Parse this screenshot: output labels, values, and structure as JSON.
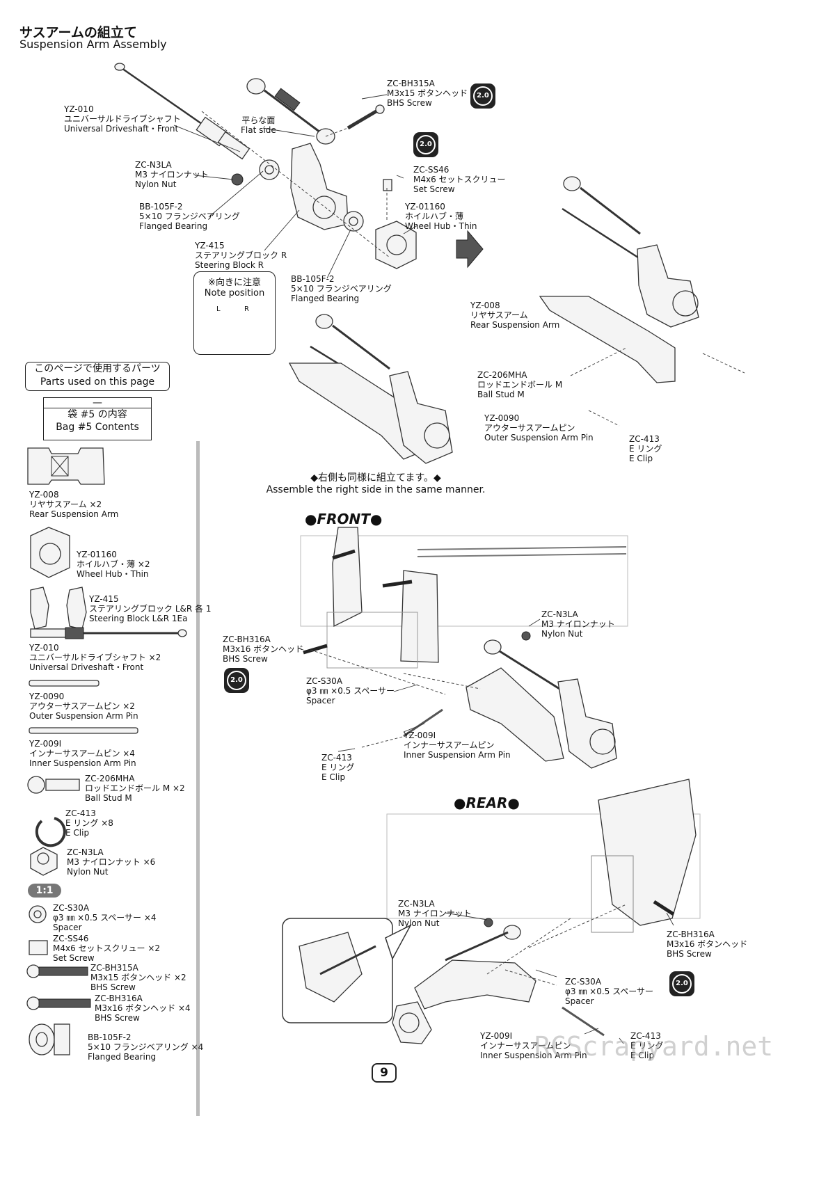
{
  "header": {
    "title_jp": "サスアームの組立て",
    "title_en": "Suspension Arm Assembly"
  },
  "top_callouts": [
    {
      "code": "YZ-010",
      "jp": "ユニバーサルドライブシャフト",
      "en": "Universal Driveshaft・Front"
    },
    {
      "code": "",
      "jp": "平らな面",
      "en": "Flat side"
    },
    {
      "code": "ZC-BH315A",
      "jp": "M3x15 ボタンヘッド",
      "en": "BHS Screw"
    },
    {
      "code": "ZC-N3LA",
      "jp": "M3 ナイロンナット",
      "en": "Nylon Nut"
    },
    {
      "code": "ZC-SS46",
      "jp": "M4x6 セットスクリュー",
      "en": "Set Screw"
    },
    {
      "code": "BB-105F-2",
      "jp": "5×10 フランジベアリング",
      "en": "Flanged Bearing"
    },
    {
      "code": "YZ-01160",
      "jp": "ホイルハブ・薄",
      "en": "Wheel Hub・Thin"
    },
    {
      "code": "YZ-415",
      "jp": "ステアリングブロック R",
      "en": "Steering Block R"
    },
    {
      "code": "BB-105F-2",
      "jp": "5×10 フランジベアリング",
      "en": "Flanged Bearing"
    },
    {
      "code": "YZ-008",
      "jp": "リヤサスアーム",
      "en": "Rear Suspension Arm"
    },
    {
      "code": "ZC-206MHA",
      "jp": "ロッドエンドボール M",
      "en": "Ball Stud M"
    },
    {
      "code": "YZ-0090",
      "jp": "アウターサスアームピン",
      "en": "Outer Suspension Arm Pin"
    },
    {
      "code": "ZC-413",
      "jp": "E リング",
      "en": "E Clip"
    }
  ],
  "note_box": {
    "jp": "※向きに注意",
    "en": "Note position",
    "left": "L",
    "right": "R"
  },
  "badges": {
    "torque": "2.0",
    "scale": "1:1"
  },
  "same_manner": {
    "jp": "◆右側も同様に組立てます。◆",
    "en": "Assemble the right side in the same manner."
  },
  "parts_used": {
    "jp": "このページで使用するパーツ",
    "en": "Parts used on this page",
    "dash": "—",
    "bag_jp": "袋 #5 の内容",
    "bag_en": "Bag #5 Contents"
  },
  "parts_list": [
    {
      "code": "YZ-008",
      "jp": "リヤサスアーム ×2",
      "en": "Rear Suspension Arm"
    },
    {
      "code": "YZ-01160",
      "jp": "ホイルハブ・薄 ×2",
      "en": "Wheel Hub・Thin"
    },
    {
      "code": "YZ-415",
      "jp": "ステアリングブロック L&R 各 1",
      "en": "Steering Block L&R 1Ea"
    },
    {
      "code": "YZ-010",
      "jp": "ユニバーサルドライブシャフト ×2",
      "en": "Universal Driveshaft・Front"
    },
    {
      "code": "YZ-0090",
      "jp": "アウターサスアームピン ×2",
      "en": "Outer Suspension Arm Pin"
    },
    {
      "code": "YZ-009I",
      "jp": "インナーサスアームピン ×4",
      "en": "Inner Suspension Arm Pin"
    },
    {
      "code": "ZC-206MHA",
      "jp": "ロッドエンドボール M ×2",
      "en": "Ball Stud M"
    },
    {
      "code": "ZC-413",
      "jp": "E リング ×8",
      "en": "E Clip"
    },
    {
      "code": "ZC-N3LA",
      "jp": "M3 ナイロンナット ×6",
      "en": "Nylon Nut"
    },
    {
      "code": "ZC-S30A",
      "jp": "φ3 ㎜ ×0.5 スペーサー ×4",
      "en": "Spacer"
    },
    {
      "code": "ZC-SS46",
      "jp": "M4x6 セットスクリュー ×2",
      "en": "Set Screw"
    },
    {
      "code": "ZC-BH315A",
      "jp": "M3x15 ボタンヘッド ×2",
      "en": "BHS Screw"
    },
    {
      "code": "ZC-BH316A",
      "jp": "M3x16 ボタンヘッド ×4",
      "en": "BHS Screw"
    },
    {
      "code": "BB-105F-2",
      "jp": "5×10 フランジベアリング ×4",
      "en": "Flanged Bearing"
    }
  ],
  "front": {
    "heading": "●FRONT●",
    "callouts": [
      {
        "code": "ZC-N3LA",
        "jp": "M3 ナイロンナット",
        "en": "Nylon Nut"
      },
      {
        "code": "ZC-BH316A",
        "jp": "M3x16 ボタンヘッド",
        "en": "BHS Screw"
      },
      {
        "code": "ZC-S30A",
        "jp": "φ3 ㎜ ×0.5 スペーサー",
        "en": "Spacer"
      },
      {
        "code": "YZ-009I",
        "jp": "インナーサスアームピン",
        "en": "Inner Suspension Arm Pin"
      },
      {
        "code": "ZC-413",
        "jp": "E リング",
        "en": "E Clip"
      }
    ]
  },
  "rear": {
    "heading": "●REAR●",
    "callouts": [
      {
        "code": "ZC-N3LA",
        "jp": "M3 ナイロンナット",
        "en": "Nylon Nut"
      },
      {
        "code": "ZC-BH316A",
        "jp": "M3x16 ボタンヘッド",
        "en": "BHS Screw"
      },
      {
        "code": "ZC-S30A",
        "jp": "φ3 ㎜ ×0.5 スペーサー",
        "en": "Spacer"
      },
      {
        "code": "YZ-009I",
        "jp": "インナーサスアームピン",
        "en": "Inner Suspension Arm Pin"
      },
      {
        "code": "ZC-413",
        "jp": "E リング",
        "en": "E Clip"
      }
    ]
  },
  "page_number": "9",
  "watermark": "RCScrapyard.net"
}
